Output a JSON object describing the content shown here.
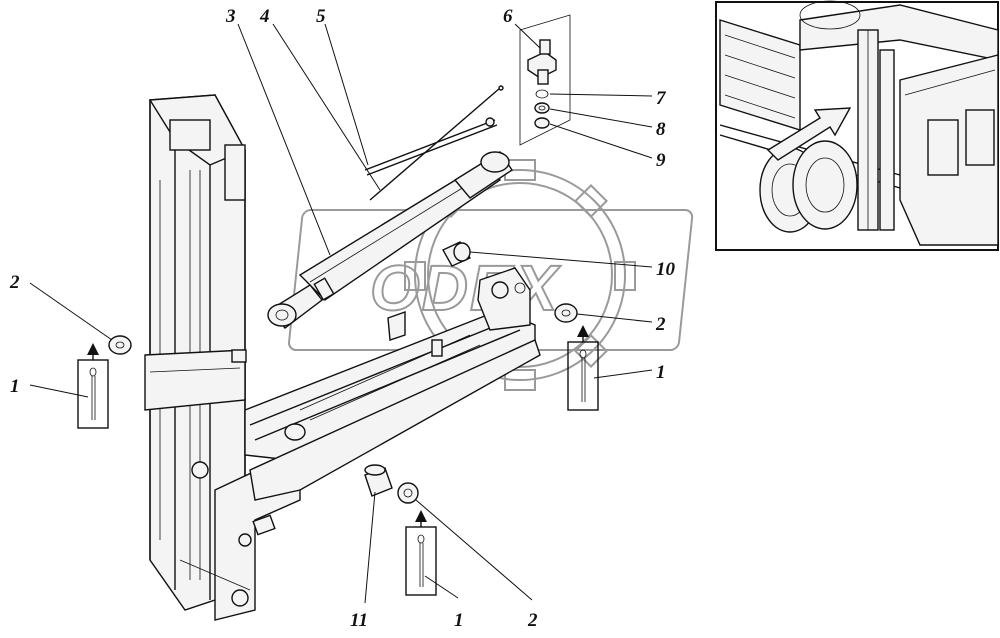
{
  "title": "",
  "watermark": {
    "text": "ODEX",
    "color": "#9a9a9a"
  },
  "callouts": [
    {
      "id": "c1a",
      "label": "1"
    },
    {
      "id": "c2a",
      "label": "2"
    },
    {
      "id": "c3",
      "label": "3"
    },
    {
      "id": "c4",
      "label": "4"
    },
    {
      "id": "c5",
      "label": "5"
    },
    {
      "id": "c6",
      "label": "6"
    },
    {
      "id": "c7",
      "label": "7"
    },
    {
      "id": "c8",
      "label": "8"
    },
    {
      "id": "c9",
      "label": "9"
    },
    {
      "id": "c10",
      "label": "10"
    },
    {
      "id": "c2b",
      "label": "2"
    },
    {
      "id": "c1b",
      "label": "1"
    },
    {
      "id": "c11",
      "label": "11"
    },
    {
      "id": "c1c",
      "label": "1"
    },
    {
      "id": "c2c",
      "label": "2"
    }
  ],
  "colors": {
    "ink": "#111111",
    "paper": "#ffffff",
    "watermark": "#9a9a9a"
  }
}
